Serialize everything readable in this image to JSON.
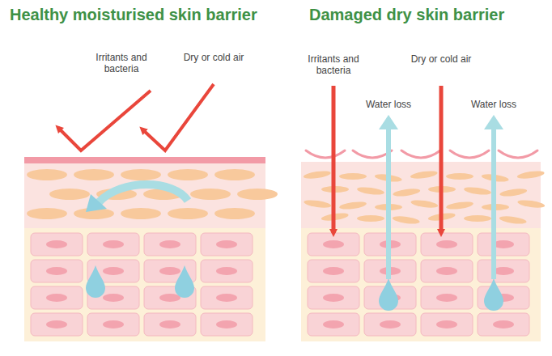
{
  "diagram": {
    "labels": [
      "Healthy moisturised skin barrier",
      "Irritants and bacteria",
      "Dry or cold air",
      "Damaged dry skin barrier",
      "Irritants and bacteria",
      "Water loss",
      "Dry or cold air",
      "Water loss"
    ]
  }
}
